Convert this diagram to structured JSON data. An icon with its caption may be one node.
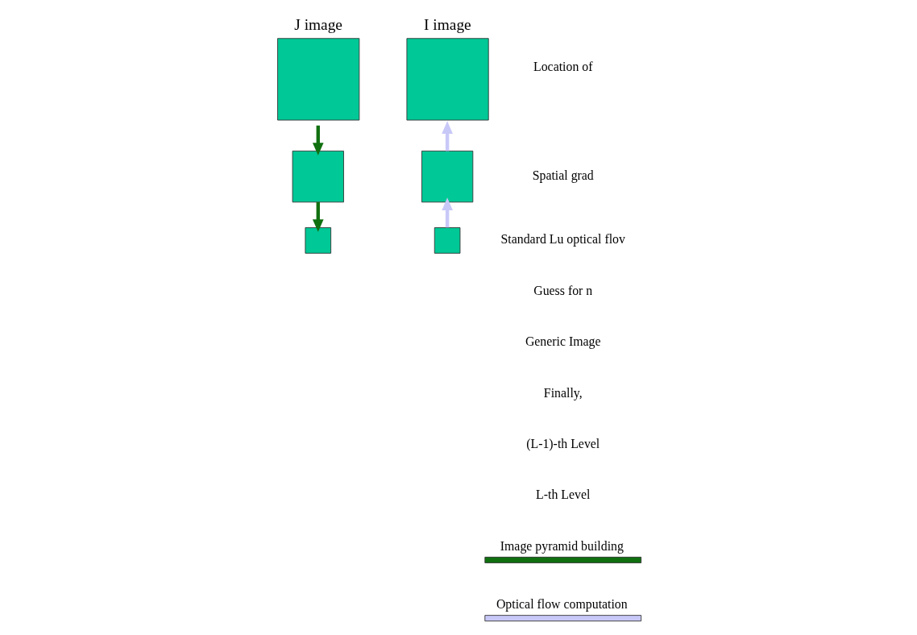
{
  "diagram": {
    "nodes": [
      {
        "text": [
          "J image"
        ]
      },
      {
        "text": [
          "I image"
        ]
      },
      {
        "text": [],
        "shape": "box"
      },
      {
        "text": [],
        "shape": "box"
      },
      {
        "text": [],
        "shape": "box"
      },
      {
        "text": [],
        "shape": "box"
      }
    ],
    "edges": [
      {
        "from": 0,
        "to": 2,
        "arrow": "to",
        "color": "#107010"
      },
      {
        "from": 2,
        "to": 4,
        "arrow": "to",
        "color": "#107010"
      },
      {
        "from": 5,
        "to": 3,
        "arrow": "to",
        "color": "#c8c8f8"
      },
      {
        "from": 3,
        "to": 1,
        "arrow": "to",
        "color": "#c8c8f8"
      }
    ],
    "labels": [
      "Location of",
      "Spatial grad",
      "Standard Lu optical flov",
      "Guess for n",
      "Generic Image",
      "Finally,",
      "(L-1)-th Level",
      "L-th Level"
    ],
    "legend": [
      {
        "text": "Image pyramid building"
      },
      {
        "text": "Optical flow computation"
      }
    ]
  }
}
